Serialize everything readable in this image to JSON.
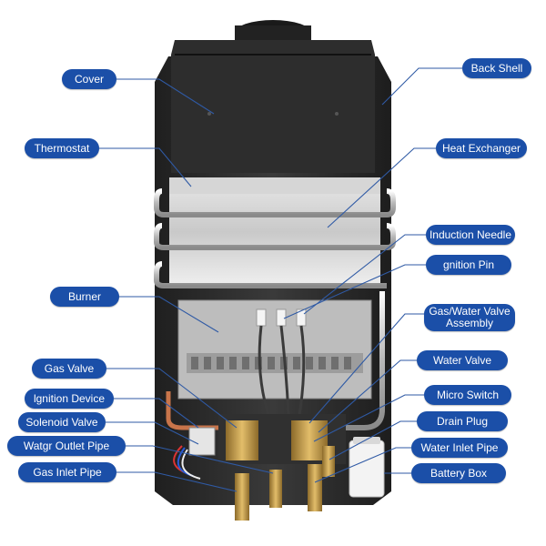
{
  "labels_left": [
    {
      "id": "cover",
      "text": "Cover"
    },
    {
      "id": "thermostat",
      "text": "Thermostat"
    },
    {
      "id": "burner",
      "text": "Burner"
    },
    {
      "id": "gas_valve",
      "text": "Gas Valve"
    },
    {
      "id": "ignition_device",
      "text": "lgnition Device"
    },
    {
      "id": "solenoid_valve",
      "text": "Solenoid Valve"
    },
    {
      "id": "outlet_pipe",
      "text": "Watgr Outlet Pipe"
    },
    {
      "id": "gas_inlet_pipe",
      "text": "Gas Inlet Pipe"
    }
  ],
  "labels_right": [
    {
      "id": "back_shell",
      "text": "Back Shell"
    },
    {
      "id": "heat_exchanger",
      "text": "Heat Exchanger"
    },
    {
      "id": "induction_needle",
      "text": "Induction Needle"
    },
    {
      "id": "ignition_pin",
      "text": "gnition Pin"
    },
    {
      "id": "valve_assembly",
      "text": "Gas/Water Valve Assembly"
    },
    {
      "id": "water_valve",
      "text": "Water Valve"
    },
    {
      "id": "micro_switch",
      "text": "Micro Switch"
    },
    {
      "id": "drain_plug",
      "text": "Drain Plug"
    },
    {
      "id": "water_inlet_pipe",
      "text": "Water Inlet Pipe"
    },
    {
      "id": "battery_box",
      "text": "Battery Box"
    }
  ],
  "colors": {
    "label_bg": "#1b4fa8",
    "label_text": "#ffffff",
    "leader_line": "#2f5aa5",
    "casing": "#2a2a2a"
  }
}
